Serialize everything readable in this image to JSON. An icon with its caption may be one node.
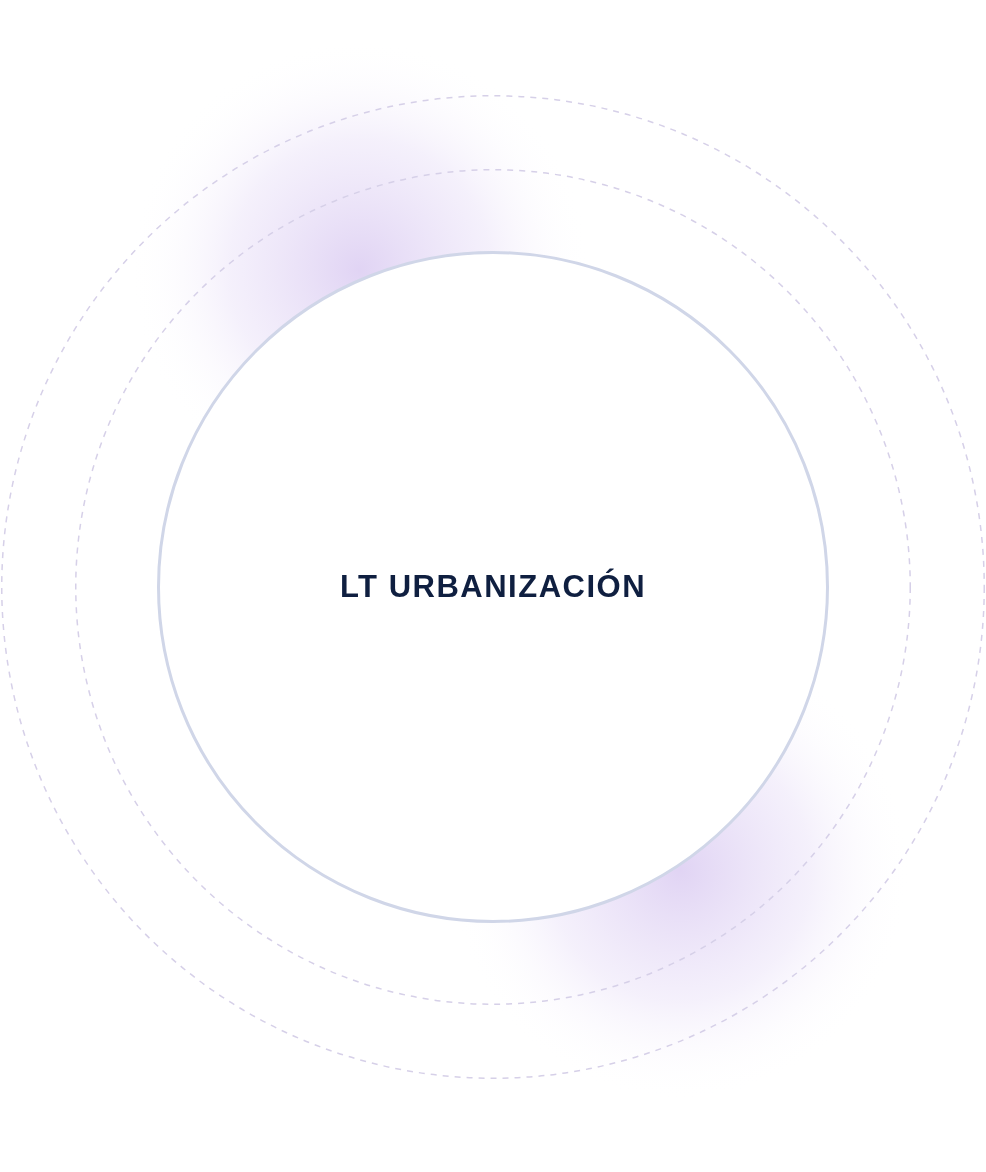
{
  "diagram": {
    "nodes": [
      {
        "text": [],
        "shape": "circle"
      },
      {
        "text": [],
        "shape": "circle",
        "in": 0
      },
      {
        "text": [
          "LT URBANIZACIÓN"
        ],
        "in": 1
      }
    ]
  }
}
